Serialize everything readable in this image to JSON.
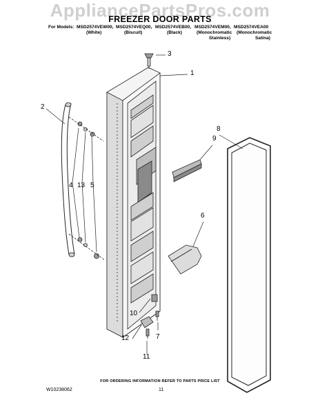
{
  "watermark": "AppliancePartsPros.com",
  "title": "FREEZER DOOR PARTS",
  "models": {
    "prefix": "For Models:",
    "list": [
      {
        "model": "MSD2574VEW00,",
        "color": "(White)"
      },
      {
        "model": "MSD2574VEQ00,",
        "color": "(Biscuit)"
      },
      {
        "model": "MSD2574VEB00,",
        "color": "(Black)"
      },
      {
        "model": "MSD2574VEM00,",
        "color": "(Monochromatic",
        "color2": "Stainless)"
      },
      {
        "model": "MSD2574VEA00",
        "color": "(Monochromatic",
        "color2": "Satina)"
      }
    ]
  },
  "callouts": [
    "3",
    "1",
    "2",
    "8",
    "9",
    "4",
    "13",
    "5",
    "6",
    "10",
    "7",
    "12",
    "11"
  ],
  "footer": {
    "note": "FOR ORDERING INFORMATION REFER TO PARTS PRICE LIST",
    "doc_number": "W10238062",
    "page": "11"
  },
  "colors": {
    "line": "#222222",
    "fill_light": "#eeeeee",
    "fill_mid": "#bdbdbd",
    "fill_dark": "#8a8a8a",
    "watermark": "#cfcfcf"
  }
}
